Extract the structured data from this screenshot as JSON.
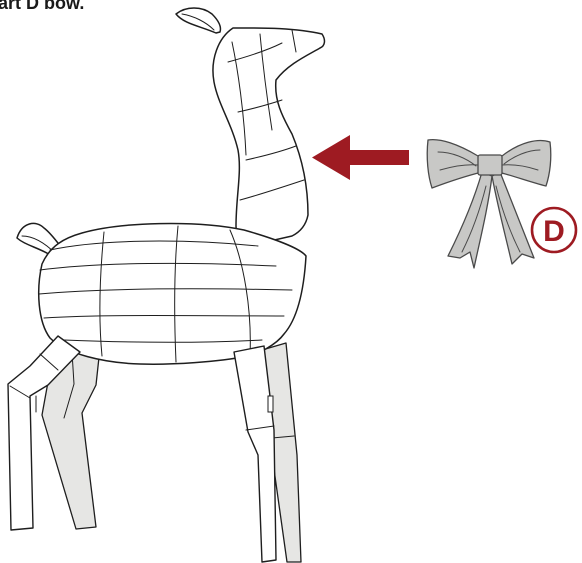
{
  "caption": "art D bow.",
  "bow_label": "D",
  "colors": {
    "arrow": "#9e1b22",
    "bow_fill": "#c8c8c6",
    "badge_ring": "#9e1b22",
    "badge_text": "#9e1b22",
    "outline": "#1e1e1e"
  },
  "icons": {
    "deer": "reindeer-frame-outline",
    "arrow": "left-arrow",
    "bow": "bow-decoration"
  }
}
